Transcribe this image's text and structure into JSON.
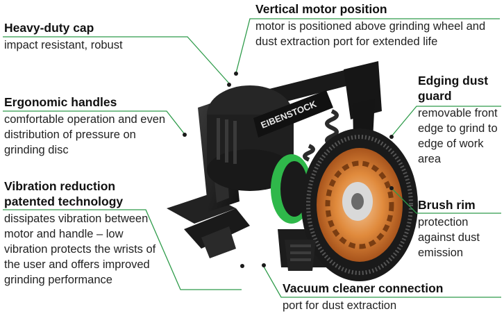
{
  "callouts": [
    {
      "id": "heavy-duty-cap",
      "title": "Heavy-duty cap",
      "desc": "impact resistant, robust"
    },
    {
      "id": "vertical-motor",
      "title": "Vertical motor position",
      "desc": "motor is positioned above grinding wheel and dust extraction port for extended life"
    },
    {
      "id": "ergonomic-handles",
      "title": "Ergonomic handles",
      "desc": "comfortable operation and even distribution of pressure on grinding disc"
    },
    {
      "id": "edging-dust-guard",
      "title": "Edging dust guard",
      "desc": "removable front edge to grind to edge of work area"
    },
    {
      "id": "vibration-reduction",
      "title": "Vibration reduction patented technology",
      "desc": "dissipates vibration between motor and handle – low vibration protects the wrists of the user and offers improved grinding performance"
    },
    {
      "id": "brush-rim",
      "title": "Brush rim",
      "desc": "protection against dust emission"
    },
    {
      "id": "vacuum-connection",
      "title": "Vacuum cleaner connection",
      "desc": "port for dust extraction"
    }
  ],
  "product": {
    "brand_label": "EIBENSTOCK"
  },
  "colors": {
    "leader_line": "#2e9b4a",
    "accent_green": "#2fb84a",
    "disc_orange": "#e0873a",
    "body_dark": "#1e1e1e"
  }
}
